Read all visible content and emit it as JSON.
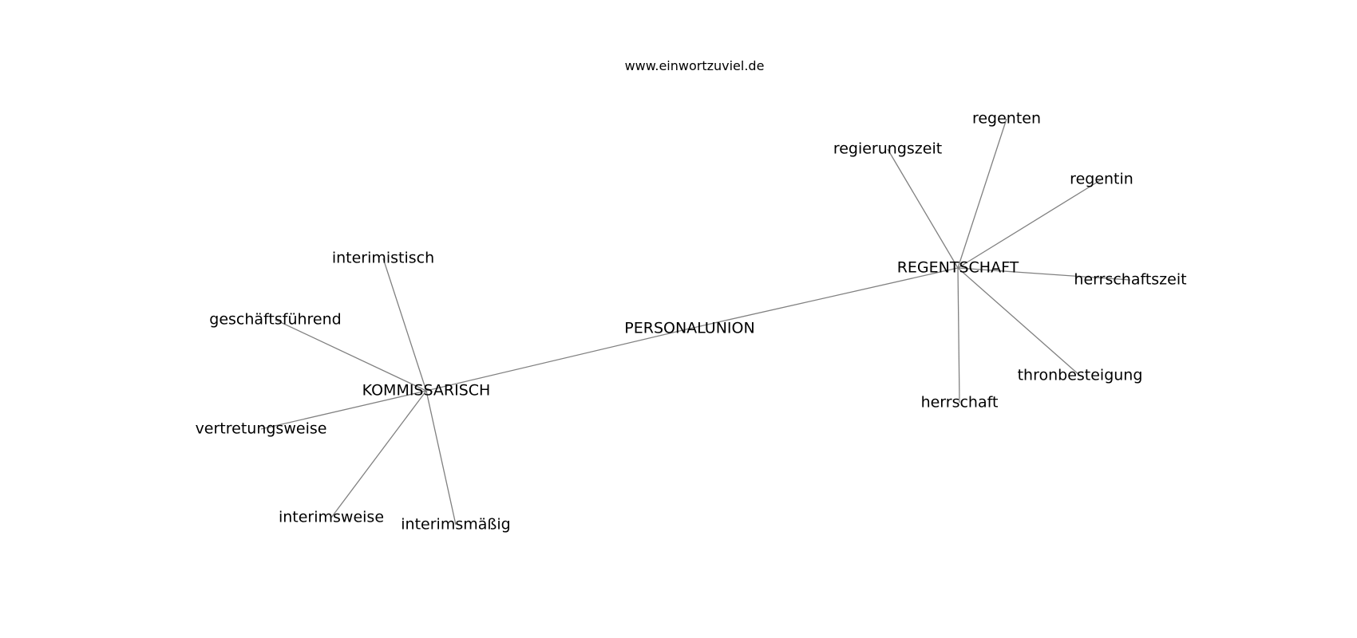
{
  "header": {
    "site": "www.einwortzuviel.de"
  },
  "graph": {
    "edge_color": "#808080",
    "text_color": "#000000",
    "nodes": [
      {
        "id": "personalunion",
        "label": "PERSONALUNION"
      },
      {
        "id": "kommissarisch",
        "label": "KOMMISSARISCH"
      },
      {
        "id": "regentschaft",
        "label": "REGENTSCHAFT"
      },
      {
        "id": "interimistisch",
        "label": "interimistisch"
      },
      {
        "id": "geschaeftsfuehrend",
        "label": "geschäftsführend"
      },
      {
        "id": "vertretungsweise",
        "label": "vertretungsweise"
      },
      {
        "id": "interimsweise",
        "label": "interimsweise"
      },
      {
        "id": "interimsmaessig",
        "label": "interimsmäßig"
      },
      {
        "id": "regierungszeit",
        "label": "regierungszeit"
      },
      {
        "id": "regenten",
        "label": "regenten"
      },
      {
        "id": "regentin",
        "label": "regentin"
      },
      {
        "id": "herrschaftszeit",
        "label": "herrschaftszeit"
      },
      {
        "id": "thronbesteigung",
        "label": "thronbesteigung"
      },
      {
        "id": "herrschaft",
        "label": "herrschaft"
      }
    ],
    "edges": [
      [
        "personalunion",
        "kommissarisch"
      ],
      [
        "personalunion",
        "regentschaft"
      ],
      [
        "kommissarisch",
        "interimistisch"
      ],
      [
        "kommissarisch",
        "geschaeftsfuehrend"
      ],
      [
        "kommissarisch",
        "vertretungsweise"
      ],
      [
        "kommissarisch",
        "interimsweise"
      ],
      [
        "kommissarisch",
        "interimsmaessig"
      ],
      [
        "regentschaft",
        "regierungszeit"
      ],
      [
        "regentschaft",
        "regenten"
      ],
      [
        "regentschaft",
        "regentin"
      ],
      [
        "regentschaft",
        "herrschaftszeit"
      ],
      [
        "regentschaft",
        "thronbesteigung"
      ],
      [
        "regentschaft",
        "herrschaft"
      ]
    ]
  }
}
